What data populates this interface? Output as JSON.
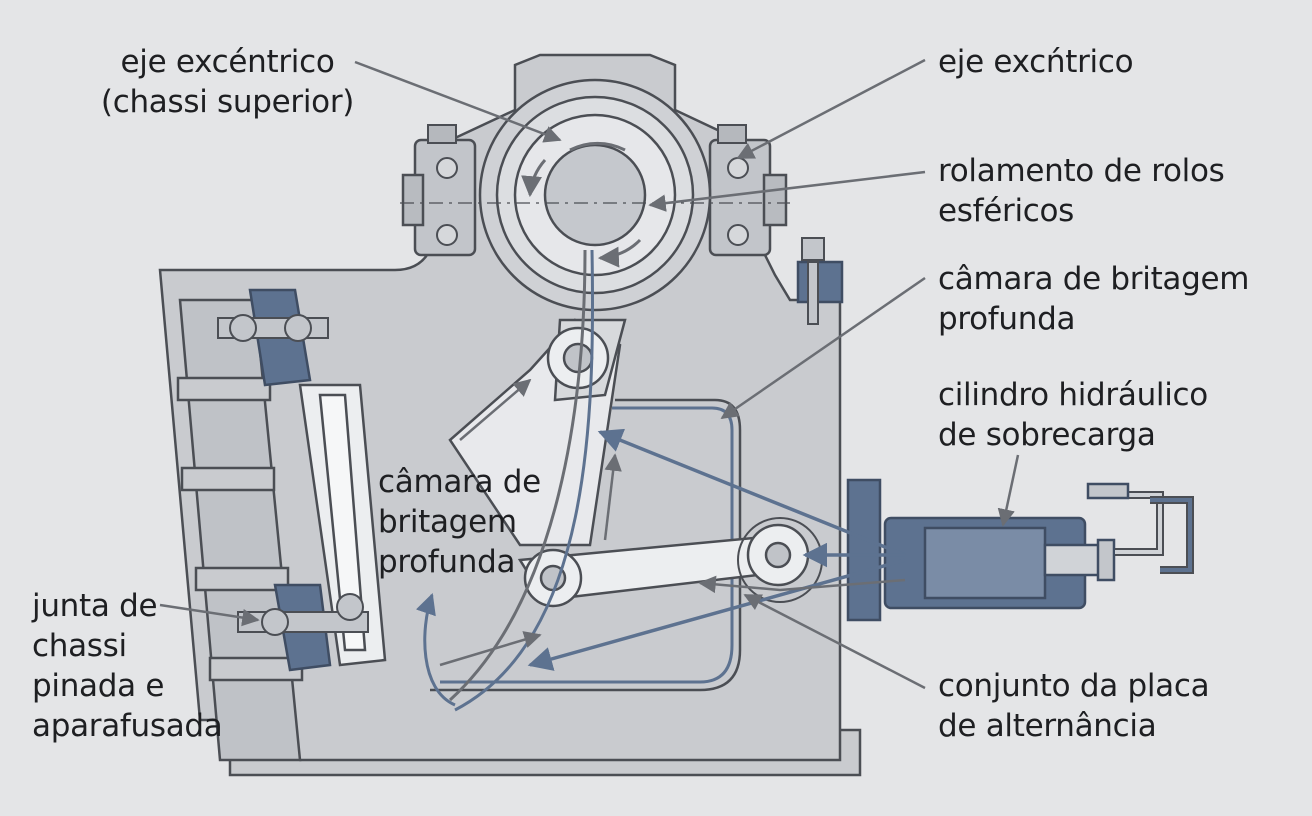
{
  "labels": {
    "eccentric_shaft_upper": {
      "line1": "eje excéntrico",
      "line2": "(chassi superior)"
    },
    "eccentric_shaft_right": {
      "line1": "eje excńtrico"
    },
    "spherical_roller_bearing": {
      "line1": "rolamento de rolos",
      "line2": "esféricos"
    },
    "deep_chamber_right": {
      "line1": "câmara de britagem",
      "line2": "profunda"
    },
    "hydraulic_cylinder": {
      "line1": "cilindro hidráulico",
      "line2": "de sobrecarga"
    },
    "deep_chamber_center": {
      "line1": "câmara de",
      "line2": "britagem",
      "line3": "profunda"
    },
    "pinned_joint": {
      "line1": "junta de",
      "line2": "chassi",
      "line3": "pinada e",
      "line4": "aparafusada"
    },
    "toggle_plate_assembly": {
      "line1": "conjunto da placa",
      "line2": "de alternância"
    }
  },
  "colors": {
    "background": "#e4e5e7",
    "frame_fill": "#c9cbcf",
    "frame_stroke": "#4b4e54",
    "steel_blue": "#5d7290",
    "arrow_gray": "#6b6e74"
  }
}
